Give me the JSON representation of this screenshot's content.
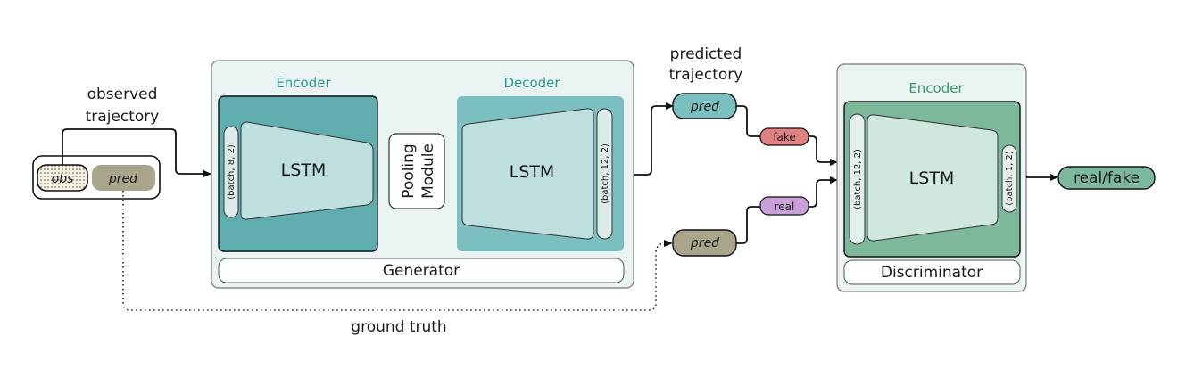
{
  "input": {
    "obs": "obs",
    "pred": "pred"
  },
  "labels": {
    "observed": "observed",
    "trajectory": "trajectory",
    "predicted": "predicted",
    "predicted_trajectory": "trajectory",
    "ground_truth": "ground truth"
  },
  "generator": {
    "title": "Generator",
    "encoder_title": "Encoder",
    "decoder_title": "Decoder",
    "encoder_lstm": "LSTM",
    "decoder_lstm": "LSTM",
    "encoder_shape": "(batch, 8, 2)",
    "decoder_shape": "(batch, 12, 2)",
    "pooling_line1": "Pooling",
    "pooling_line2": "Module"
  },
  "pred_top": "pred",
  "pred_bottom": "pred",
  "fake_label": "fake",
  "real_label": "real",
  "discriminator": {
    "title": "Discriminator",
    "encoder_title": "Encoder",
    "lstm": "LSTM",
    "input_shape": "(batch, 12, 2)",
    "output_shape": "(batch, 1, 2)"
  },
  "output": "real/fake",
  "colors": {
    "panel_bg": "#e9f3f2",
    "teal_dark": "#5fadae",
    "teal_light": "#bde0df",
    "green_dark": "#7db89c",
    "green_light": "#cfe7dc",
    "pred_olive": "#a8a58a",
    "fake_red": "#e08080",
    "real_purple": "#c7a0d8"
  }
}
